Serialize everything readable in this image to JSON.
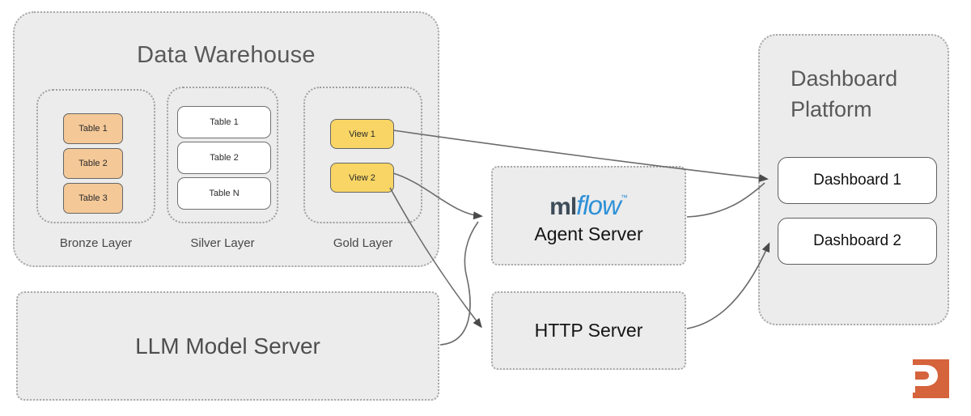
{
  "colors": {
    "box_fill": "#ececec",
    "dotted_border": "#a7a7a7",
    "bronze_fill": "#f4c897",
    "gold_fill": "#f8d564",
    "arrow": "#6b6b6b",
    "mlflow_ml": "#3e4c59",
    "mlflow_flow": "#2e91d8",
    "logo_orange": "#d5633c"
  },
  "data_warehouse": {
    "title": "Data Warehouse",
    "layers": [
      {
        "label": "Bronze Layer",
        "tables": [
          "Table 1",
          "Table 2",
          "Table 3"
        ]
      },
      {
        "label": "Silver Layer",
        "tables": [
          "Table 1",
          "Table 2",
          "Table N"
        ]
      },
      {
        "label": "Gold Layer",
        "tables": [
          "View 1",
          "View 2"
        ]
      }
    ]
  },
  "llm_server": {
    "label": "LLM Model Server"
  },
  "agent_server": {
    "logo": {
      "ml": "ml",
      "flow": "flow",
      "tm": "™"
    },
    "label": "Agent Server"
  },
  "http_server": {
    "label": "HTTP Server"
  },
  "dashboard_platform": {
    "title": [
      "Dashboard",
      "Platform"
    ],
    "dashboards": [
      "Dashboard 1",
      "Dashboard 2"
    ]
  },
  "brand_logo": {
    "icon": "p-logo",
    "letter": "P"
  }
}
